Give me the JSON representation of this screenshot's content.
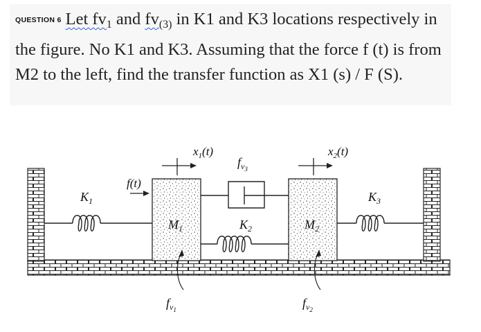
{
  "question": {
    "label": "QUESTION 6",
    "seg1": "Let fv",
    "seg1_sub": "1",
    "seg2": " and ",
    "seg3": "fv",
    "seg3_sub": "(3)",
    "seg4": " in K1 and K3 locations respectively  in the figure. No K1 and K3. Assuming that the force f (t) is from M2 to the left, find the transfer function as X1 (s) / F (S)."
  },
  "figure": {
    "x1": {
      "base": "x",
      "sub": "1",
      "tail": "(t)"
    },
    "x2": {
      "base": "x",
      "sub": "2",
      "tail": "(t)"
    },
    "force": "f(t)",
    "k1": {
      "base": "K",
      "sub": "1"
    },
    "k2": {
      "base": "K",
      "sub": "2"
    },
    "k3": {
      "base": "K",
      "sub": "3"
    },
    "m1": {
      "base": "M",
      "sub": "1"
    },
    "m2": {
      "base": "M",
      "sub": "2"
    },
    "fv1": {
      "base": "f",
      "sub": "v",
      "subsub": "1"
    },
    "fv2": {
      "base": "f",
      "sub": "v",
      "subsub": "2"
    },
    "fv3": {
      "base": "f",
      "sub": "v",
      "subsub": "3"
    }
  }
}
